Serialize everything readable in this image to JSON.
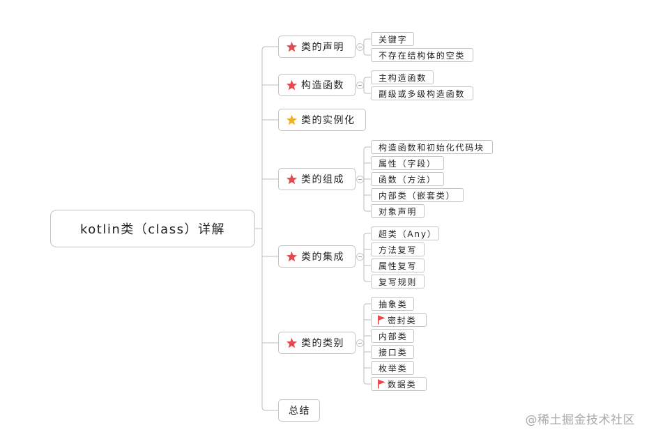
{
  "root": {
    "label": "kotlin类（class）详解"
  },
  "colors": {
    "line": "#bdbdbd",
    "border": "#c4c4c4",
    "star_red": "#e5484d",
    "star_gold": "#f2b01e",
    "flag_red": "#e5484d"
  },
  "branches": [
    {
      "label": "类的声明",
      "icon": "red-star-icon",
      "children": [
        {
          "label": "关键字"
        },
        {
          "label": "不存在结构体的空类"
        }
      ]
    },
    {
      "label": "构造函数",
      "icon": "red-star-icon",
      "children": [
        {
          "label": "主构造函数"
        },
        {
          "label": "副级或多级构造函数"
        }
      ]
    },
    {
      "label": "类的实例化",
      "icon": "gold-star-icon",
      "children": []
    },
    {
      "label": "类的组成",
      "icon": "red-star-icon",
      "children": [
        {
          "label": "构造函数和初始化代码块"
        },
        {
          "label": "属性（字段）"
        },
        {
          "label": "函数（方法）"
        },
        {
          "label": "内部类（嵌套类）"
        },
        {
          "label": "对象声明"
        }
      ]
    },
    {
      "label": "类的集成",
      "icon": "red-star-icon",
      "children": [
        {
          "label": "超类（Any）"
        },
        {
          "label": "方法复写"
        },
        {
          "label": "属性复写"
        },
        {
          "label": "复写规则"
        }
      ]
    },
    {
      "label": "类的类别",
      "icon": "red-star-icon",
      "children": [
        {
          "label": "抽象类"
        },
        {
          "label": "密封类",
          "icon": "red-flag-icon"
        },
        {
          "label": "内部类"
        },
        {
          "label": "接口类"
        },
        {
          "label": "枚举类"
        },
        {
          "label": "数据类",
          "icon": "red-flag-icon"
        }
      ]
    },
    {
      "label": "总结",
      "icon": "",
      "children": []
    }
  ],
  "watermark": "@稀土掘金技术社区"
}
